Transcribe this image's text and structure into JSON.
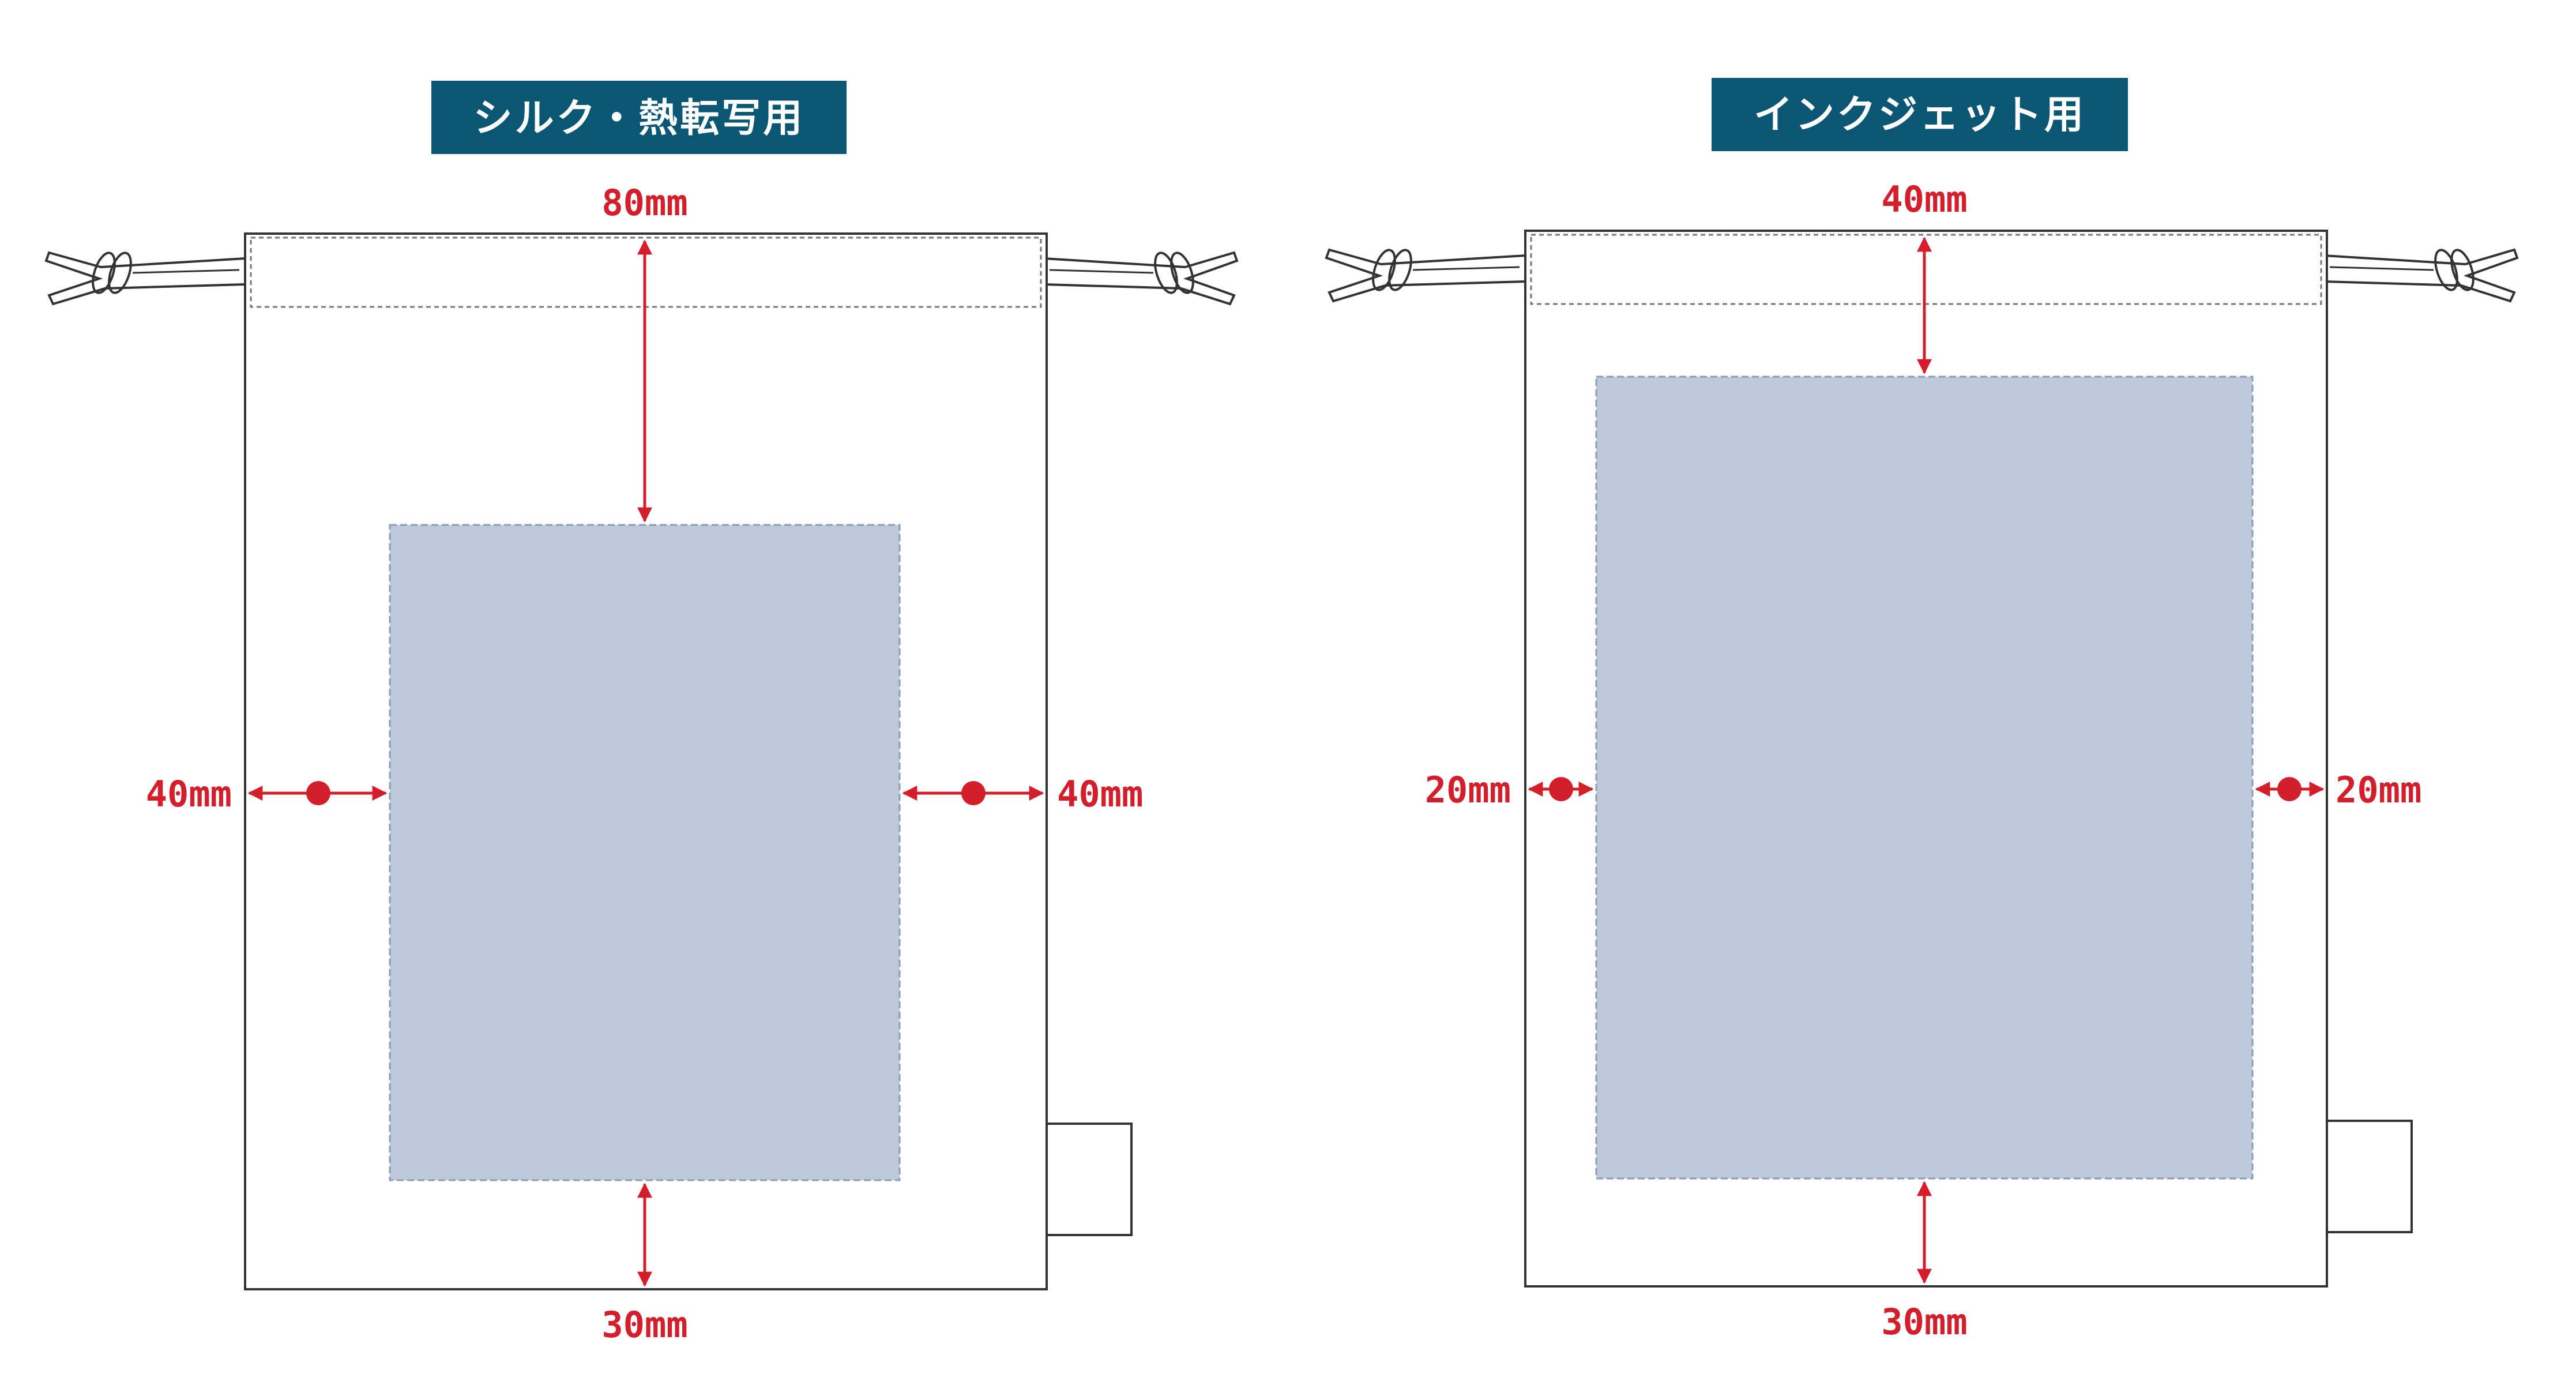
{
  "colors": {
    "title_bg": "#0b5773",
    "title_text": "#ffffff",
    "dimension": "#d21f2b",
    "print_area": "#bdc9d9",
    "outline": "#333333"
  },
  "panels": [
    {
      "id": "silk",
      "title": "シルク・熱転写用",
      "dimensions": {
        "top": "80mm",
        "left": "40mm",
        "right": "40mm",
        "bottom": "30mm"
      }
    },
    {
      "id": "inkjet",
      "title": "インクジェット用",
      "dimensions": {
        "top": "40mm",
        "left": "20mm",
        "right": "20mm",
        "bottom": "30mm"
      }
    }
  ]
}
